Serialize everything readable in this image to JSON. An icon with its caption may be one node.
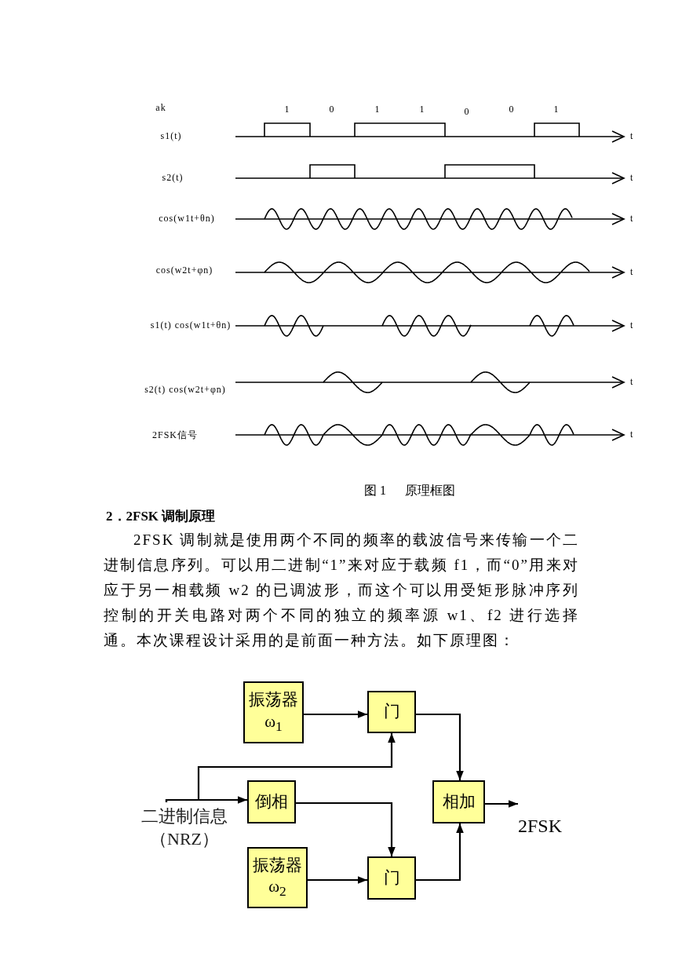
{
  "diagram": {
    "nodes": [
      {
        "text": [
          "振荡器",
          "ω$_{1}$"
        ]
      },
      {
        "text": [
          "门"
        ]
      },
      {
        "text": [
          "二进制信息（NRZ）"
        ]
      },
      {
        "text": [
          "倒相"
        ]
      },
      {
        "text": [
          "振荡器",
          "ω$_{2}$"
        ]
      },
      {
        "text": [
          "门"
        ]
      },
      {
        "text": [
          "相加"
        ]
      },
      {
        "text": [
          "2FSK"
        ]
      }
    ],
    "edges": [
      {
        "from": 0,
        "to": 1,
        "arrow": "to"
      },
      {
        "from": 2,
        "to": 1,
        "arrow": "to"
      },
      {
        "from": 2,
        "to": 3,
        "arrow": "to"
      },
      {
        "from": 3,
        "to": 5,
        "arrow": "to"
      },
      {
        "from": 4,
        "to": 5,
        "arrow": "to"
      },
      {
        "from": 1,
        "to": 6,
        "arrow": "to"
      },
      {
        "from": 5,
        "to": 6,
        "arrow": "to"
      },
      {
        "from": 6,
        "to": 7,
        "arrow": "to"
      }
    ],
    "labels": [
      "ak",
      "1",
      "0",
      "1",
      "1",
      "0",
      "0",
      "1",
      "s1(t)",
      "t",
      "s2(t)",
      "t",
      "cos(w1t+θn)",
      "t",
      "cos(w2t+φn)",
      "t",
      "s1(t) cos(w1t+θn)",
      "t",
      "t",
      "s2(t) cos(w2t+φn)",
      "2FSK信号",
      "t",
      "图 1      原理框图",
      "2．2FSK 调制原理",
      "2FSK 调制就是使用两个不同的频率的载波信号来传输一个二进制信息序列。可以用二进制“1”来对应于载频 f1，而“0”用来对应于另一相载频 w2 的已调波形，而这个可以用受矩形脉冲序列控制的开关电路对两个不同的独立的频率源 w1、f2 进行选择通。本次课程设计采用的是前面一种方法。如下原理图："
    ]
  }
}
